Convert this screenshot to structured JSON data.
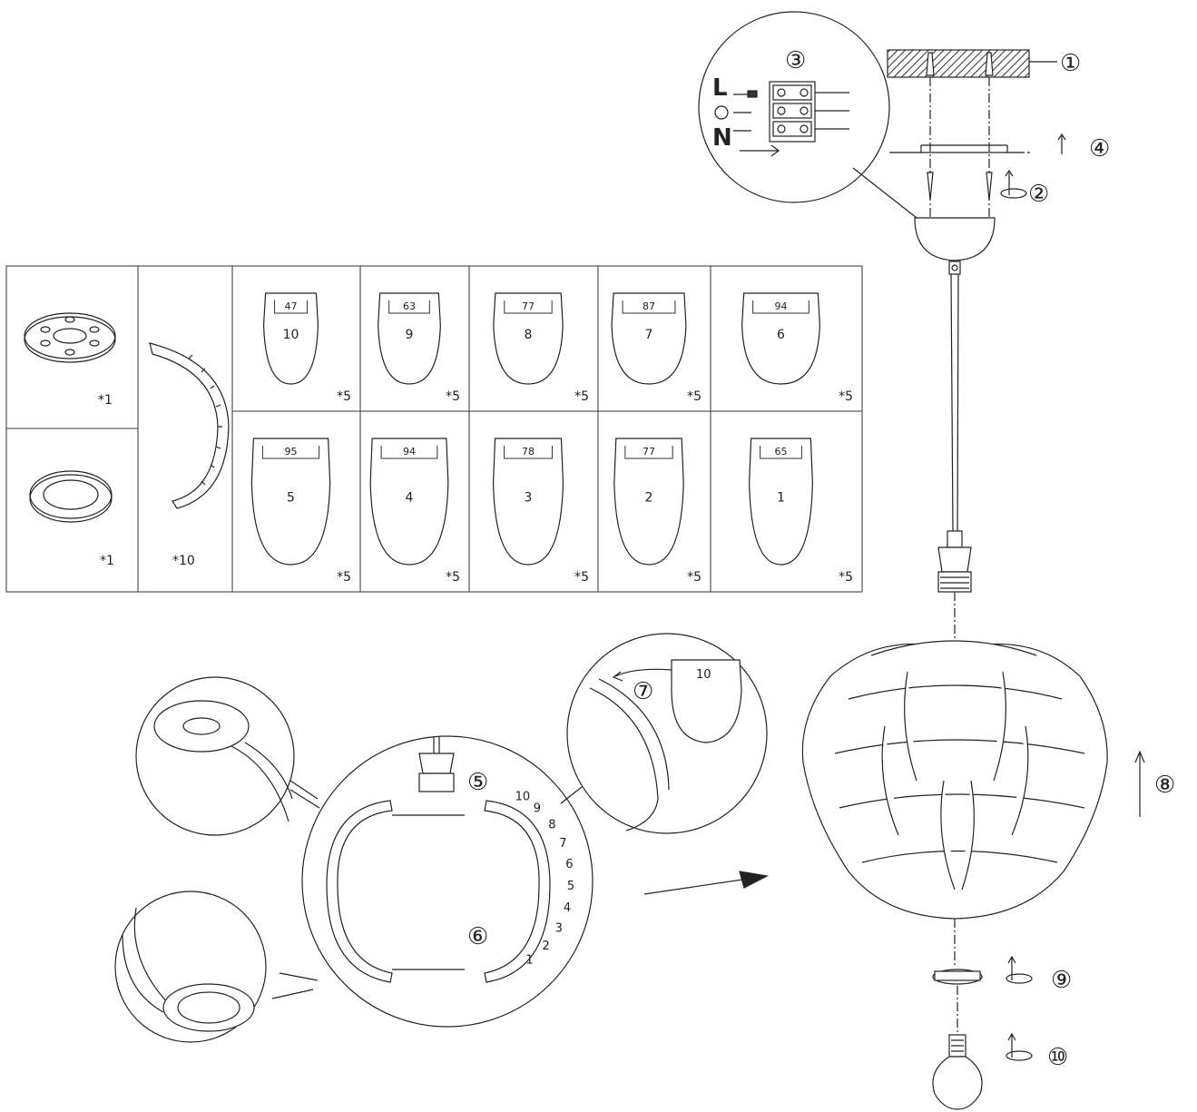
{
  "steps": [
    {
      "id": "s1",
      "label": "①"
    },
    {
      "id": "s2",
      "label": "②"
    },
    {
      "id": "s3",
      "label": "③"
    },
    {
      "id": "s4",
      "label": "④"
    },
    {
      "id": "s5",
      "label": "⑤"
    },
    {
      "id": "s6",
      "label": "⑥"
    },
    {
      "id": "s7",
      "label": "⑦"
    },
    {
      "id": "s8",
      "label": "⑧"
    },
    {
      "id": "s9",
      "label": "⑨"
    },
    {
      "id": "s10",
      "label": "⑩"
    }
  ],
  "wiring": {
    "live": "L",
    "neutral": "N"
  },
  "parts": {
    "top_plate_qty": "*1",
    "bottom_ring_qty": "*1",
    "rib_qty": "*10",
    "petals": [
      {
        "size": "10",
        "width": "47",
        "qty": "*5"
      },
      {
        "size": "9",
        "width": "63",
        "qty": "*5"
      },
      {
        "size": "8",
        "width": "77",
        "qty": "*5"
      },
      {
        "size": "7",
        "width": "87",
        "qty": "*5"
      },
      {
        "size": "6",
        "width": "94",
        "qty": "*5"
      },
      {
        "size": "5",
        "width": "95",
        "qty": "*5"
      },
      {
        "size": "4",
        "width": "94",
        "qty": "*5"
      },
      {
        "size": "3",
        "width": "78",
        "qty": "*5"
      },
      {
        "size": "2",
        "width": "77",
        "qty": "*5"
      },
      {
        "size": "1",
        "width": "65",
        "qty": "*5"
      }
    ]
  },
  "rib_slot_numbers": [
    "10",
    "9",
    "8",
    "7",
    "6",
    "5",
    "4",
    "3",
    "2",
    "1"
  ],
  "detail_petal_number": "10"
}
